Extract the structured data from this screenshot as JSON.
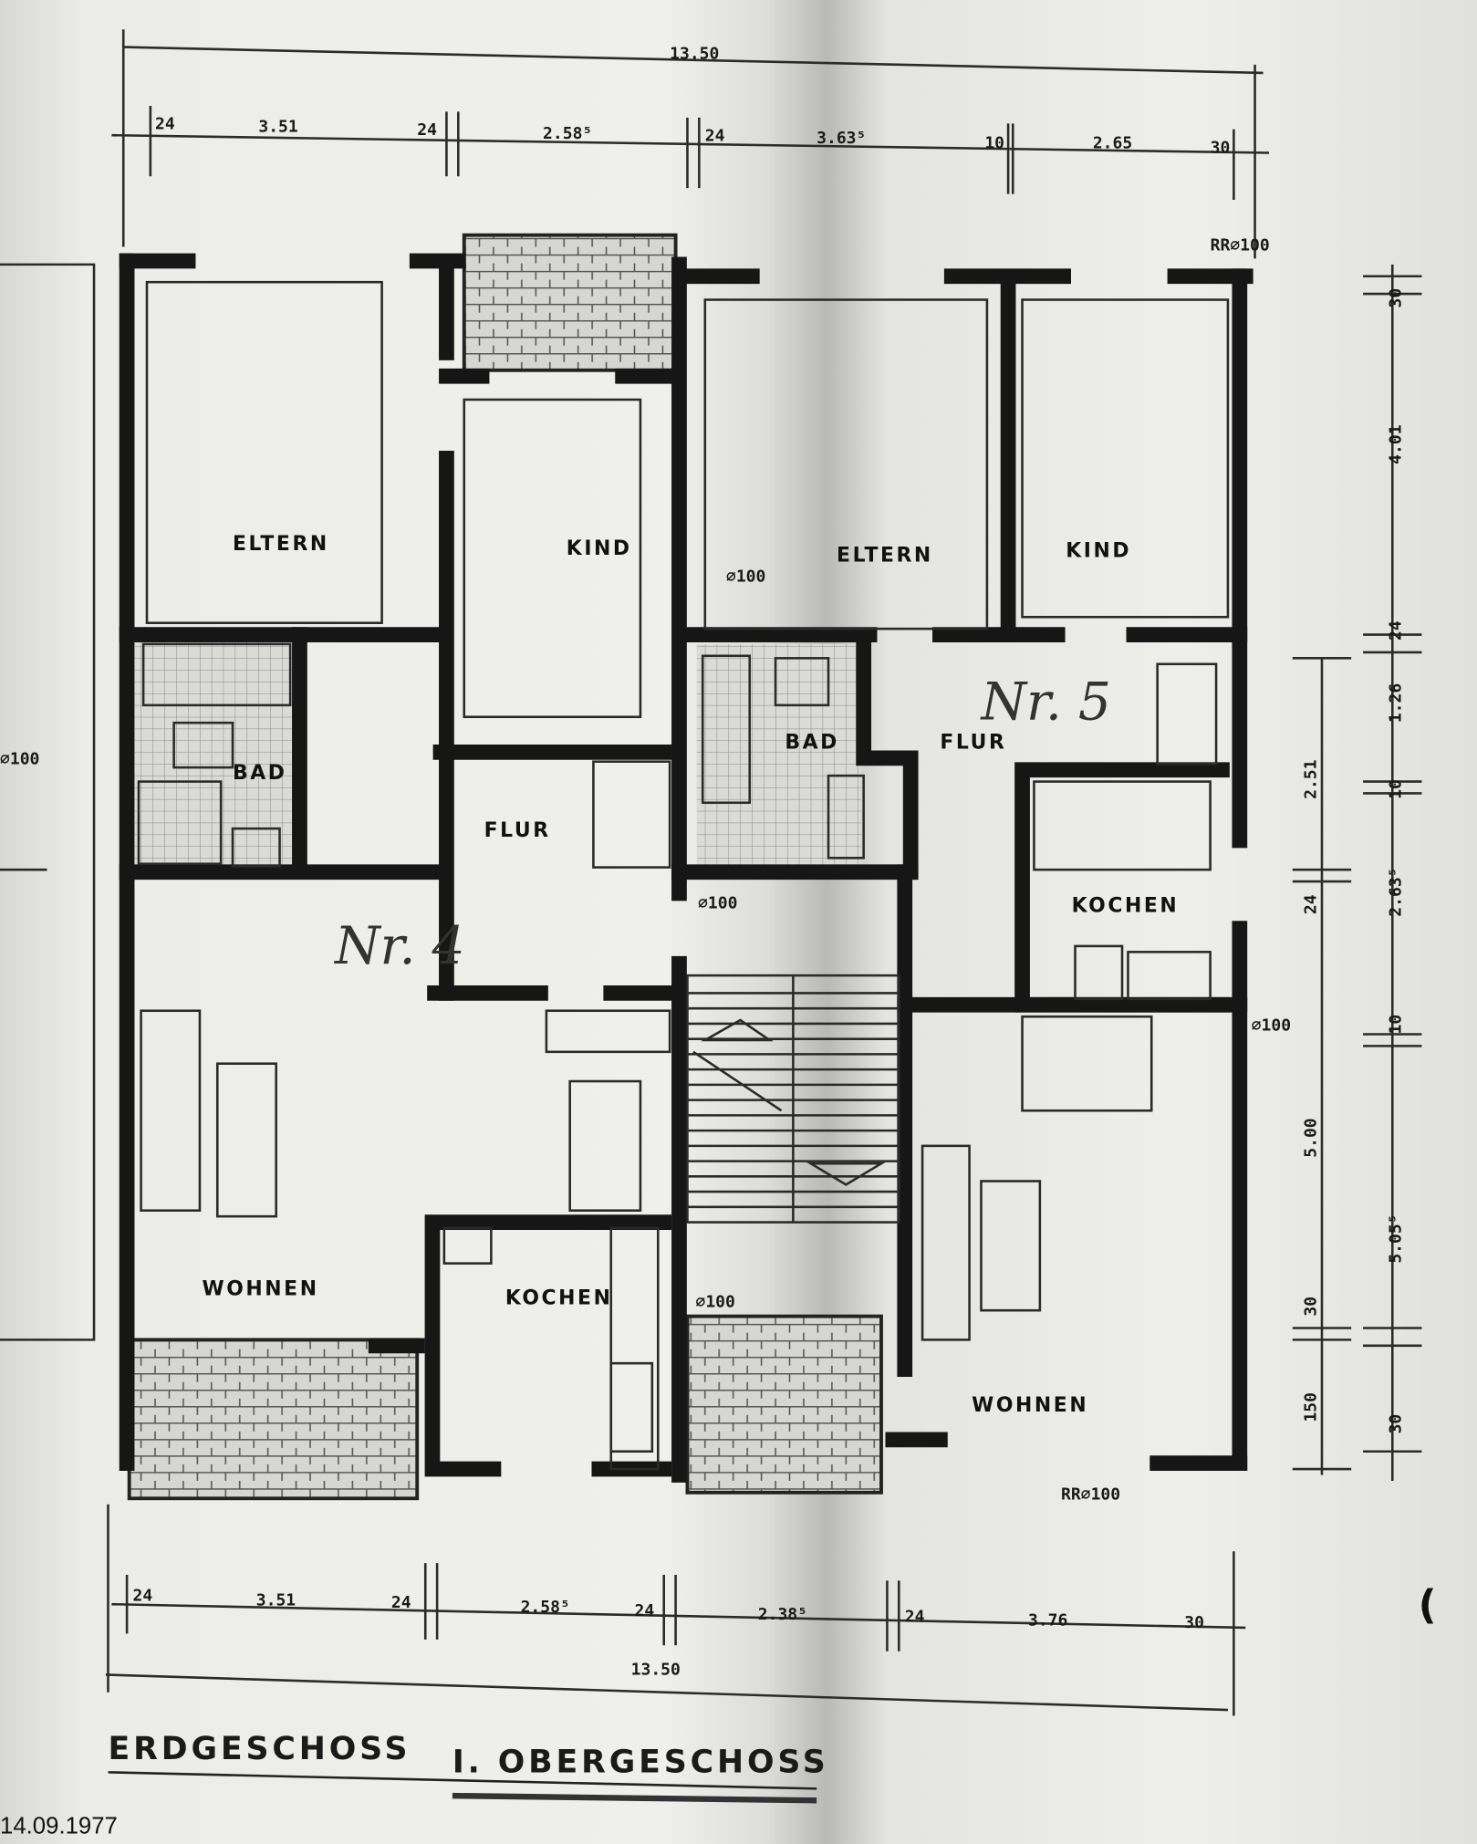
{
  "dimensions_top": {
    "total": "13.50",
    "segments": [
      "24",
      "3.51",
      "24",
      "2.58⁵",
      "24",
      "3.63⁵",
      "10",
      "2.65",
      "30"
    ]
  },
  "dimensions_bottom": {
    "total": "13.50",
    "segments": [
      "24",
      "3.51",
      "24",
      "2.58⁵",
      "24",
      "2.38⁵",
      "24",
      "3.76",
      "30"
    ]
  },
  "dimensions_right_outer": [
    "30",
    "4.01",
    "24",
    "1.26",
    "10",
    "2.63⁵",
    "10",
    "5.05⁵",
    "30"
  ],
  "dimensions_right_inner": [
    "2.51",
    "24",
    "5.00",
    "30",
    "150"
  ],
  "rooms": {
    "unit4": {
      "number": "Nr. 4",
      "eltern": "ELTERN",
      "kind": "KIND",
      "bad": "BAD",
      "flur": "FLUR",
      "wohnen": "WOHNEN",
      "kochen": "KOCHEN"
    },
    "unit5": {
      "number": "Nr. 5",
      "eltern": "ELTERN",
      "kind": "KIND",
      "bad": "BAD",
      "flur": "FLUR",
      "wohnen": "WOHNEN",
      "kochen": "KOCHEN"
    }
  },
  "annotations": {
    "rr_top": "RR⌀100",
    "rr_bottom": "RR⌀100",
    "pipe_left": "⌀100",
    "pipe_eltern": "⌀100",
    "pipe_stair_top": "⌀100",
    "pipe_right": "⌀100",
    "pipe_stair_bottom": "⌀100"
  },
  "title": {
    "floor1": "ERDGESCHOSS",
    "floor2": "I. OBERGESCHOSS"
  },
  "date": "14.09.1977"
}
